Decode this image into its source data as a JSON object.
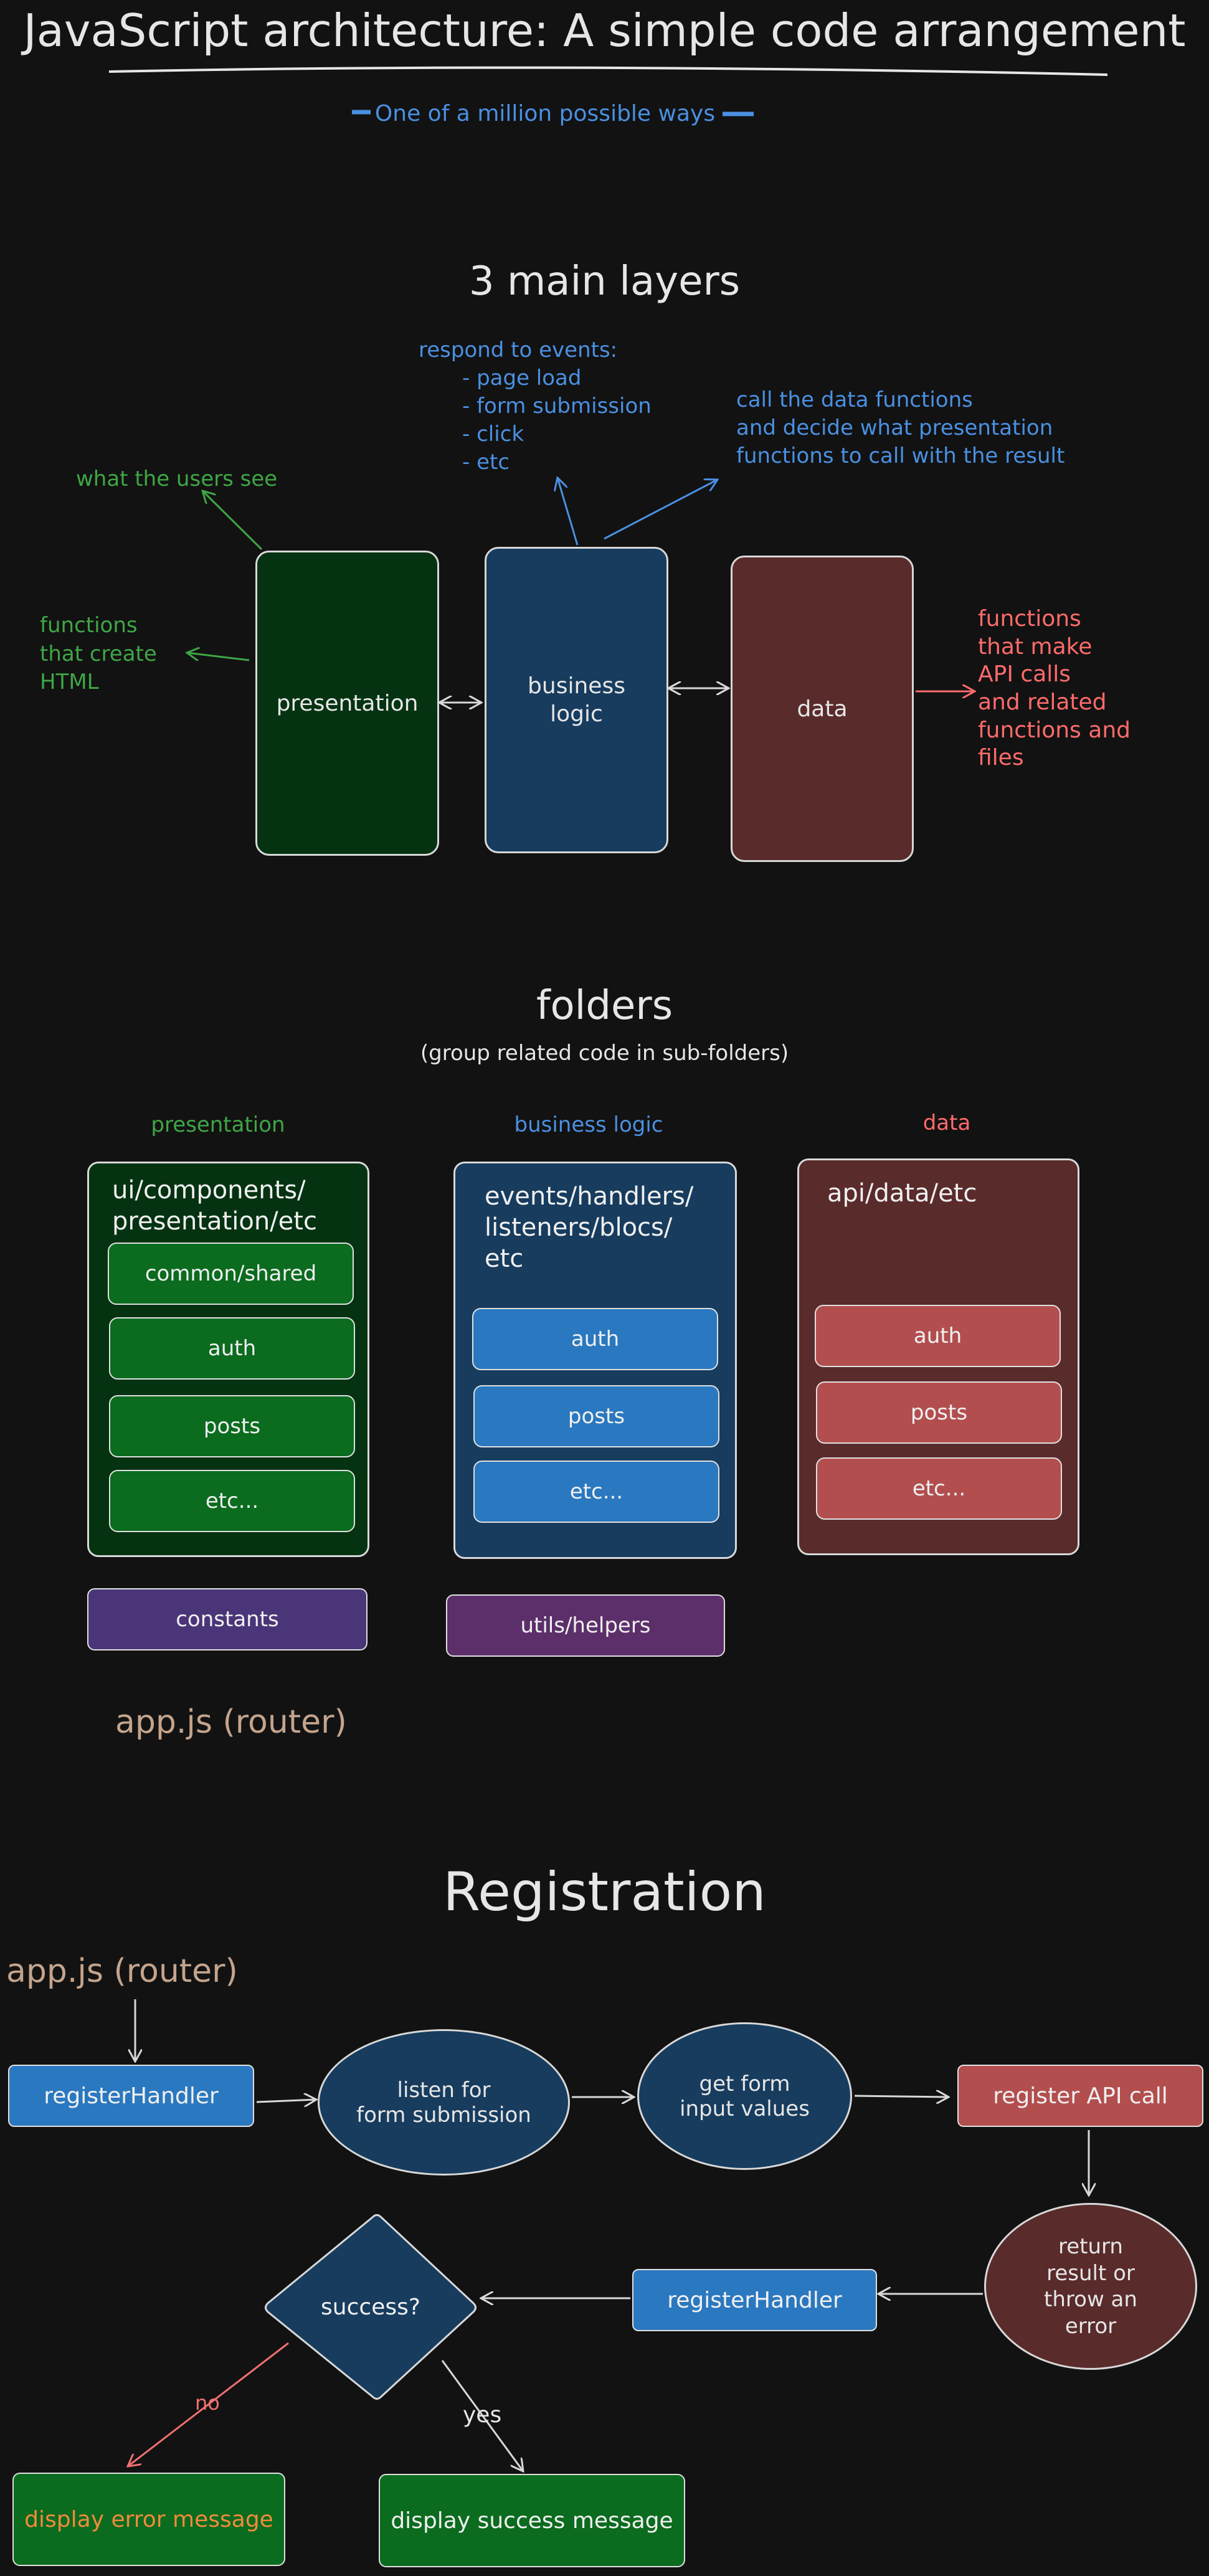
{
  "header": {
    "title": "JavaScript architecture: A simple code arrangement",
    "subtitle": "One of a million possible ways"
  },
  "layers": {
    "heading": "3 main layers",
    "presentation": {
      "label": "presentation",
      "note_top": "what the users see",
      "note_left": [
        "functions",
        "that create",
        "HTML"
      ]
    },
    "business": {
      "label": [
        "business",
        "logic"
      ],
      "note_top": [
        "respond to events:",
        "- page load",
        "- form submission",
        "- click",
        "- etc"
      ],
      "note_right": [
        "call the data functions",
        "and decide what presentation",
        "functions to call with the result"
      ]
    },
    "data": {
      "label": "data",
      "note_right": [
        "functions",
        "that make",
        "API calls",
        "and related",
        "functions and",
        "files"
      ]
    }
  },
  "folders": {
    "heading": "folders",
    "subheading": "(group related code in sub-folders)",
    "presentation": {
      "title": "presentation",
      "path": [
        "ui/components/",
        "presentation/etc"
      ],
      "items": [
        "common/shared",
        "auth",
        "posts",
        "etc..."
      ]
    },
    "business": {
      "title": "business logic",
      "path": [
        "events/handlers/",
        "listeners/blocs/",
        "etc"
      ],
      "items": [
        "auth",
        "posts",
        "etc..."
      ]
    },
    "data": {
      "title": "data",
      "path": [
        "api/data/etc"
      ],
      "items": [
        "auth",
        "posts",
        "etc..."
      ]
    },
    "constants": "constants",
    "utils": "utils/helpers",
    "router": "app.js (router)"
  },
  "registration": {
    "heading": "Registration",
    "router": "app.js (router)",
    "register_handler_1": "registerHandler",
    "listen": [
      "listen for",
      "form submission"
    ],
    "get_values": [
      "get form",
      "input values"
    ],
    "api_call": "register API call",
    "return_result": [
      "return",
      "result or",
      "throw an",
      "error"
    ],
    "register_handler_2": "registerHandler",
    "success": "success?",
    "no_label": "no",
    "yes_label": "yes",
    "error_message": "display error message",
    "success_message": "display success message"
  },
  "colors": {
    "background": "#121212",
    "green_text": "#3fa645",
    "blue_text": "#4a90e2",
    "red_text": "#ff6b6b",
    "tan_text": "#c4a48c",
    "green_fill": "#053312",
    "blue_fill": "#173c5e",
    "red_fill": "#5a2b2b",
    "purple_fill": "#4a3578"
  }
}
